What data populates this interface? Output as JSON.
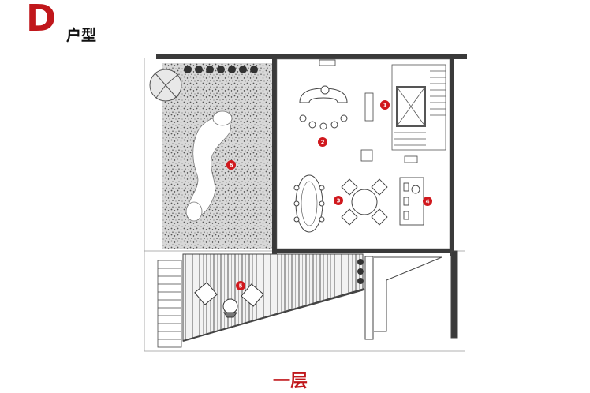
{
  "header": {
    "unit_letter": "D",
    "unit_type": "户型"
  },
  "floor_label": "一层",
  "room_markers": [
    "1",
    "2",
    "3",
    "4",
    "5",
    "6"
  ],
  "colors": {
    "accent": "#c0171b",
    "wall": "#3a3a3a",
    "gravel": "#9a9a9a"
  }
}
